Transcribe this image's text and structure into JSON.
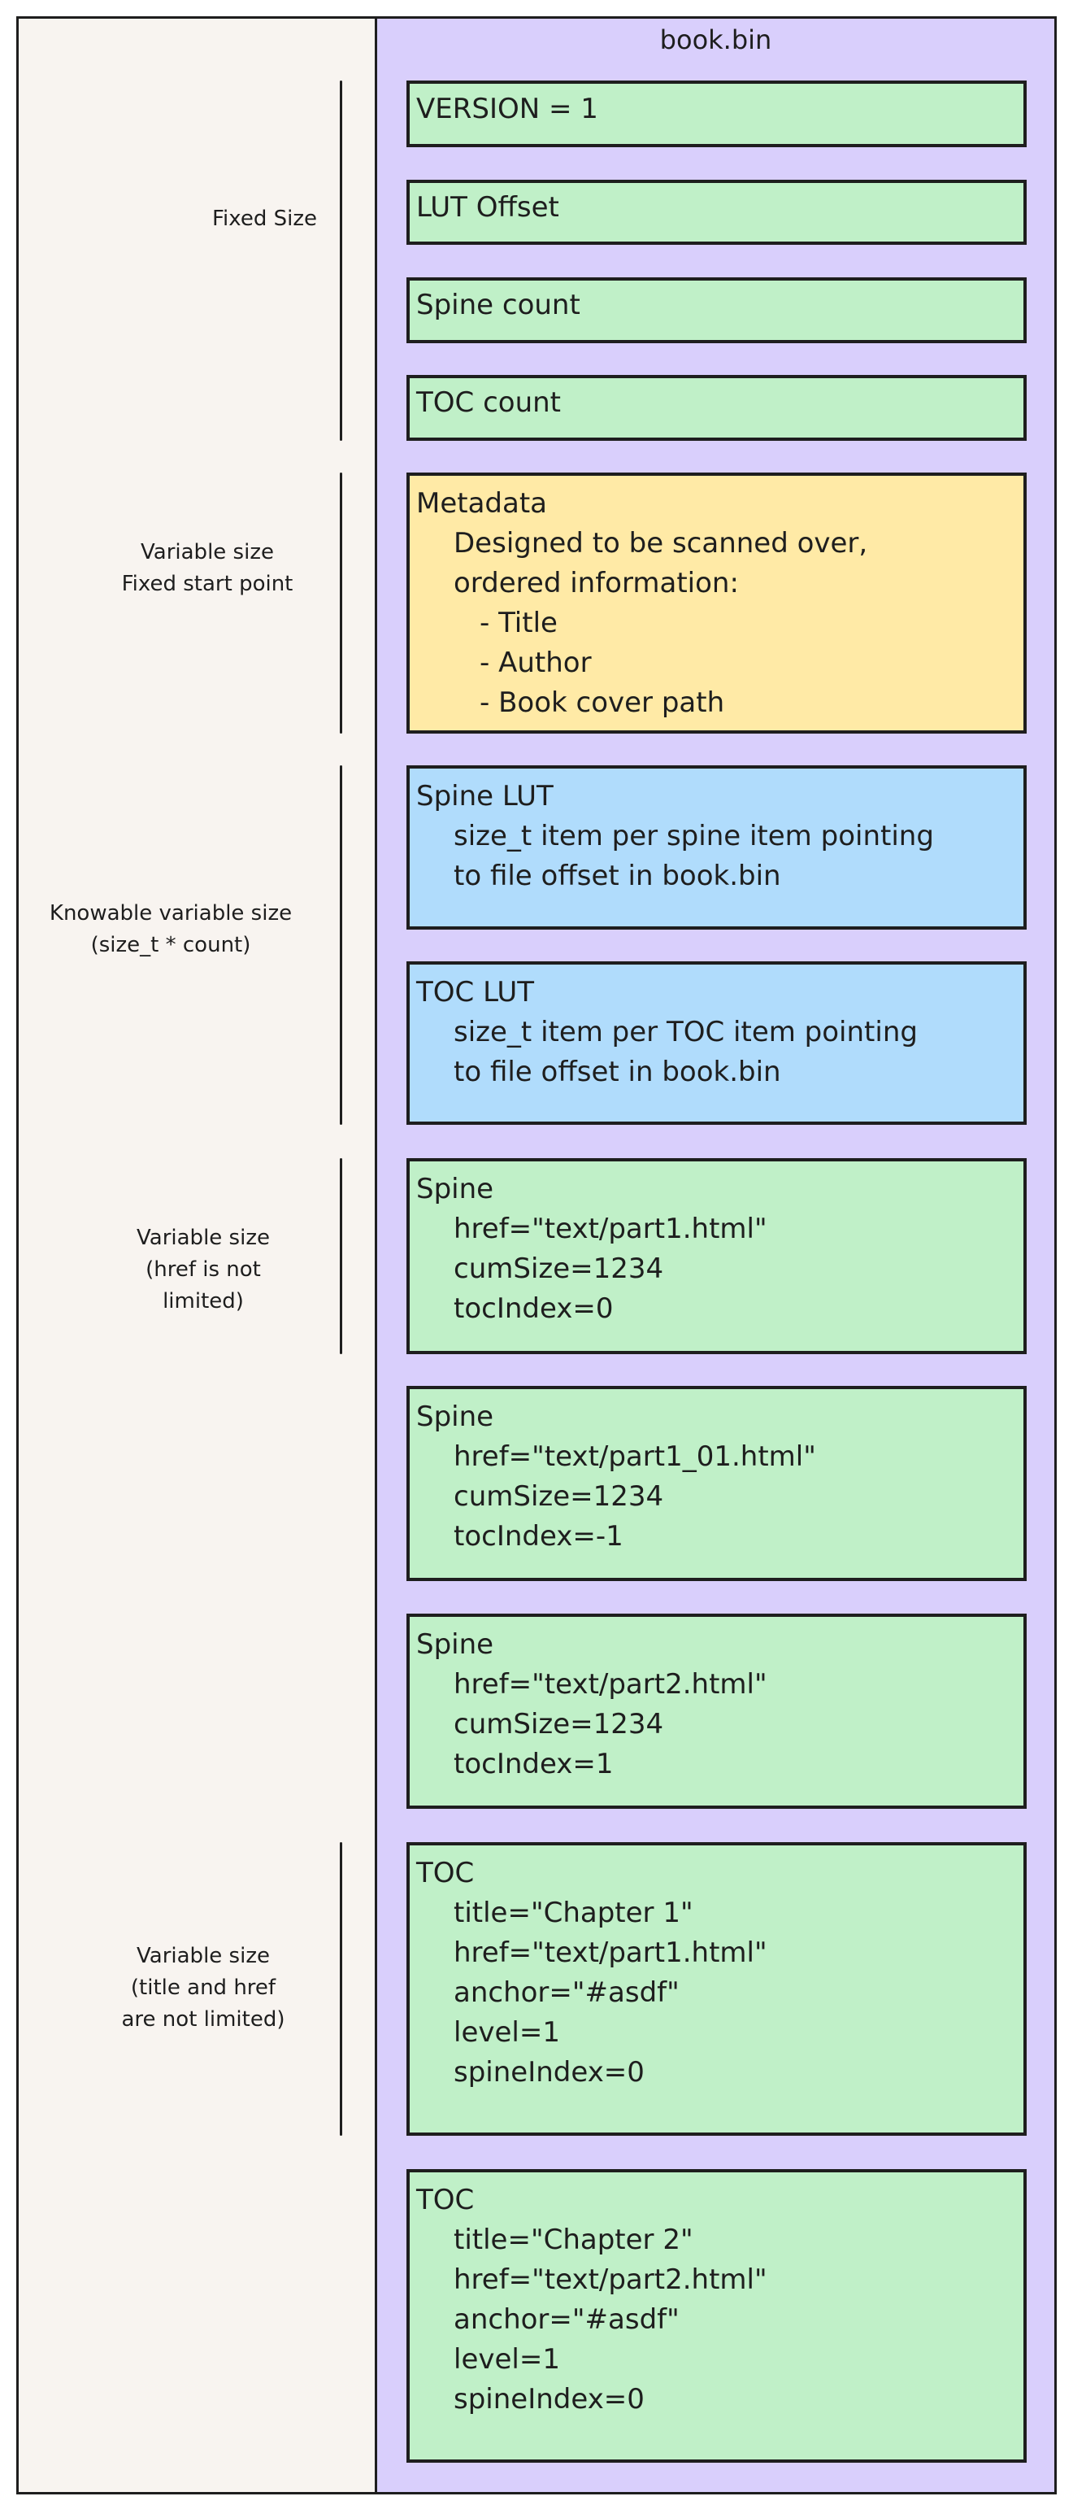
{
  "title": "book.bin",
  "colors": {
    "left_panel": "#f8f4f0",
    "file_panel": "#d9cffc",
    "green": "#c0f0c8",
    "yellow": "#ffeaa6",
    "blue": "#b0dcfc",
    "stroke": "#1e1e1e"
  },
  "groups": [
    {
      "label": [
        "Fixed Size"
      ]
    },
    {
      "label": [
        "Variable size",
        "Fixed start point"
      ]
    },
    {
      "label": [
        "Knowable variable size",
        "(size_t * count)"
      ]
    },
    {
      "label": [
        "Variable size",
        "(href is not",
        "limited)"
      ]
    },
    {
      "label": [
        "Variable size",
        "(title and href",
        "are not limited)"
      ]
    }
  ],
  "blocks": [
    {
      "title": "VERSION = 1",
      "color": "green"
    },
    {
      "title": "LUT Offset",
      "color": "green"
    },
    {
      "title": "Spine count",
      "color": "green"
    },
    {
      "title": "TOC count",
      "color": "green"
    },
    {
      "title": "Metadata",
      "color": "yellow",
      "lines": [
        "Designed to be scanned over,",
        "ordered information:",
        "- Title",
        "- Author",
        "- Book cover path"
      ]
    },
    {
      "title": "Spine LUT",
      "color": "blue",
      "lines": [
        "size_t item per spine item pointing",
        "to file offset in book.bin"
      ]
    },
    {
      "title": "TOC LUT",
      "color": "blue",
      "lines": [
        "size_t item per TOC item pointing",
        "to file offset in book.bin"
      ]
    },
    {
      "title": "Spine",
      "color": "green",
      "lines": [
        "href=\"text/part1.html\"",
        "cumSize=1234",
        "tocIndex=0"
      ]
    },
    {
      "title": "Spine",
      "color": "green",
      "lines": [
        "href=\"text/part1_01.html\"",
        "cumSize=1234",
        "tocIndex=-1"
      ]
    },
    {
      "title": "Spine",
      "color": "green",
      "lines": [
        "href=\"text/part2.html\"",
        "cumSize=1234",
        "tocIndex=1"
      ]
    },
    {
      "title": "TOC",
      "color": "green",
      "lines": [
        "title=\"Chapter 1\"",
        "href=\"text/part1.html\"",
        "anchor=\"#asdf\"",
        "level=1",
        "spineIndex=0"
      ]
    },
    {
      "title": "TOC",
      "color": "green",
      "lines": [
        "title=\"Chapter 2\"",
        "href=\"text/part2.html\"",
        "anchor=\"#asdf\"",
        "level=1",
        "spineIndex=0"
      ]
    }
  ]
}
